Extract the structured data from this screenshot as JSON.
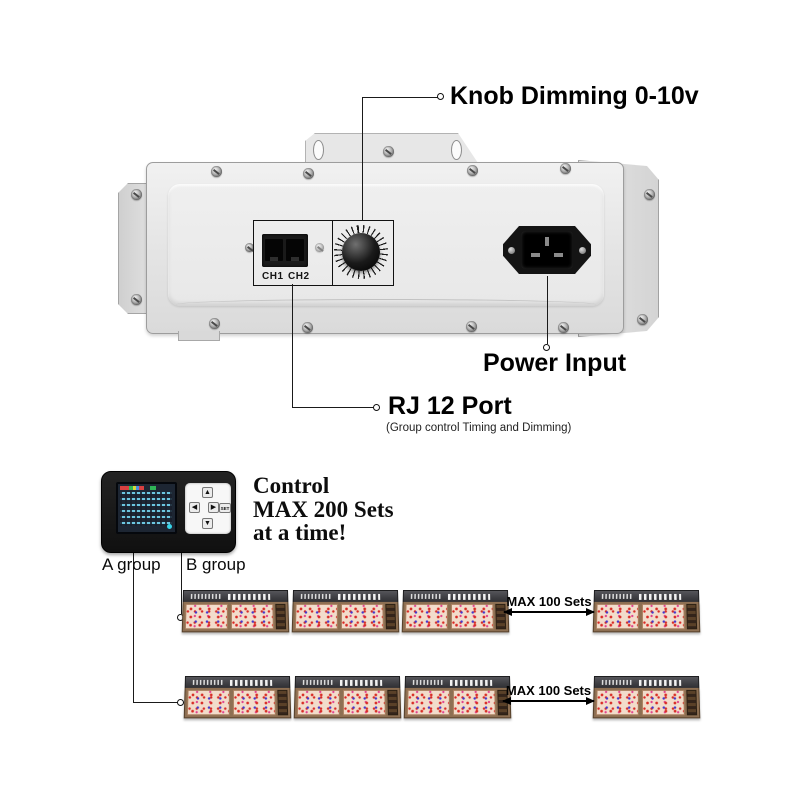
{
  "annotations": {
    "knob": "Knob Dimming 0-10v",
    "rj12_title": "RJ 12 Port",
    "rj12_subtitle": "(Group control Timing and Dimming)",
    "power": "Power Input"
  },
  "driver": {
    "ch1": "CH1",
    "ch2": "CH2"
  },
  "controller": {
    "label_a": "A group",
    "label_b": "B group",
    "buttons": {
      "up": "▲",
      "left": "◀",
      "right": "▶",
      "down": "▼",
      "set": "SET"
    }
  },
  "claim": {
    "line1": "Control",
    "line2": "MAX 200 Sets",
    "line3": "at a time!"
  },
  "rows": [
    {
      "label": "MAX 100 Sets"
    },
    {
      "label": "MAX 100 Sets"
    }
  ],
  "colors": {
    "led_red": "#d92b25",
    "led_blue": "#4438cc",
    "panel_bronze": "#8d6f52",
    "screen_cyan": "#7ae2ff",
    "line_black": "#1a1a1a"
  }
}
